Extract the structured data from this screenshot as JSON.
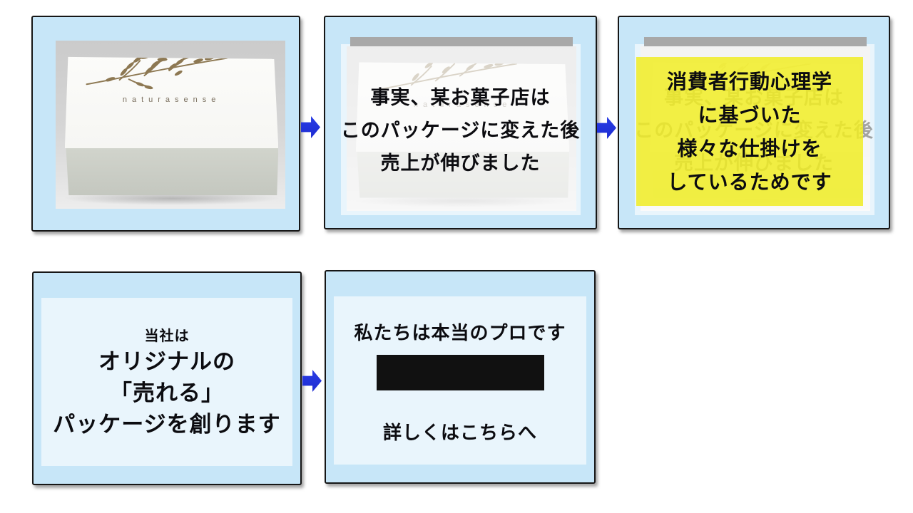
{
  "diagram": {
    "panel1": {
      "photo_brand": "naturasense"
    },
    "panel2": {
      "lines": [
        "事実、某お菓子店は",
        "このパッケージに変えた後",
        "売上が伸びました"
      ]
    },
    "panel3": {
      "lines": [
        "消費者行動心理学",
        "に基づいた",
        "様々な仕掛けを",
        "しているためです"
      ]
    },
    "panel4": {
      "intro": "当社は",
      "lines": [
        "オリジナルの",
        "「売れる」",
        "パッケージを創ります"
      ]
    },
    "panel5": {
      "top_line": "私たちは本当のプロです",
      "bottom_line": "詳しくはこちらへ"
    }
  },
  "colors": {
    "panel_bg": "#c7e6f8",
    "panel_inner_bg": "#e9f5fc",
    "highlight_yellow": "#f0ec23",
    "arrow_blue": "#2133dd",
    "screenshot_bar_gray": "#a8a8a8",
    "redaction_black": "#111111",
    "text_black": "#0c0c10"
  },
  "icons": {
    "arrow": "block-right-arrow",
    "branch": "leafy-branch-logo"
  }
}
